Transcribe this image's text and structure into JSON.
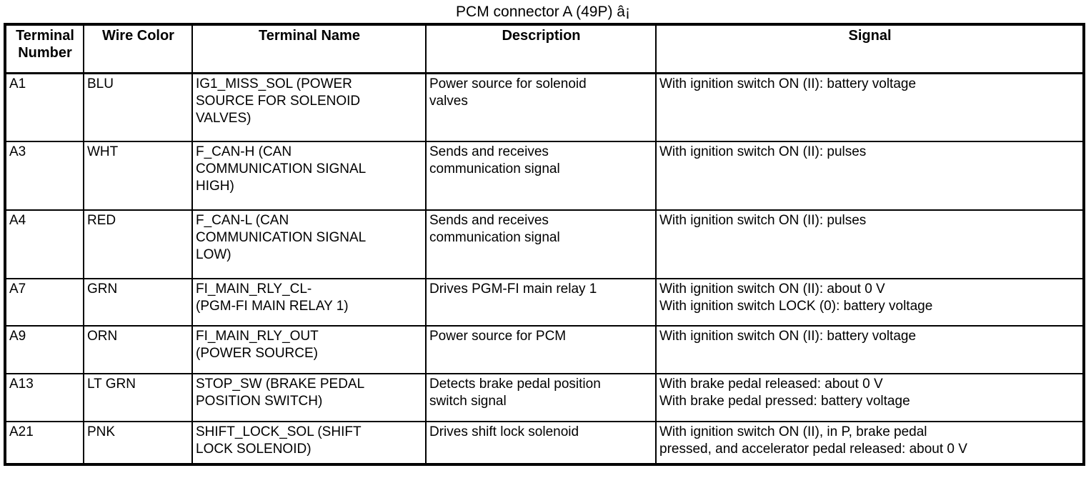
{
  "title": "PCM connector A (49P) â¡",
  "colors": {
    "background": "#ffffff",
    "text": "#000000",
    "border": "#000000"
  },
  "table": {
    "columns": [
      {
        "key": "terminal",
        "label": "Terminal Number"
      },
      {
        "key": "wire_color",
        "label": "Wire Color"
      },
      {
        "key": "terminal_name",
        "label": "Terminal Name"
      },
      {
        "key": "description",
        "label": "Description"
      },
      {
        "key": "signal",
        "label": "Signal"
      }
    ],
    "rows": [
      {
        "terminal": "A1",
        "wire_color": "BLU",
        "terminal_name": "IG1_MISS_SOL (POWER\nSOURCE FOR SOLENOID\nVALVES)",
        "description": "Power source for solenoid\nvalves",
        "signal": "With ignition switch ON (II): battery voltage"
      },
      {
        "terminal": "A3",
        "wire_color": "WHT",
        "terminal_name": "F_CAN-H (CAN\nCOMMUNICATION SIGNAL\nHIGH)",
        "description": "Sends and receives\ncommunication signal",
        "signal": "With ignition switch ON (II): pulses"
      },
      {
        "terminal": "A4",
        "wire_color": "RED",
        "terminal_name": "F_CAN-L (CAN\nCOMMUNICATION SIGNAL\nLOW)",
        "description": "Sends and receives\ncommunication signal",
        "signal": "With ignition switch ON (II): pulses"
      },
      {
        "terminal": "A7",
        "wire_color": "GRN",
        "terminal_name": "FI_MAIN_RLY_CL-\n(PGM-FI MAIN RELAY 1)",
        "description": "Drives PGM-FI main relay 1",
        "signal": "With ignition switch ON (II): about 0 V\nWith ignition switch LOCK (0): battery voltage"
      },
      {
        "terminal": "A9",
        "wire_color": "ORN",
        "terminal_name": "FI_MAIN_RLY_OUT\n(POWER SOURCE)",
        "description": "Power source for PCM",
        "signal": "With ignition switch ON (II): battery voltage"
      },
      {
        "terminal": "A13",
        "wire_color": "LT GRN",
        "terminal_name": "STOP_SW (BRAKE PEDAL\nPOSITION SWITCH)",
        "description": "Detects brake pedal position\nswitch signal",
        "signal": "With brake pedal released: about 0 V\nWith brake pedal pressed: battery voltage"
      },
      {
        "terminal": "A21",
        "wire_color": "PNK",
        "terminal_name": "SHIFT_LOCK_SOL (SHIFT\nLOCK SOLENOID)",
        "description": "Drives shift lock solenoid",
        "signal": "With ignition switch ON (II), in P, brake pedal\npressed, and accelerator pedal released: about 0 V"
      }
    ]
  }
}
